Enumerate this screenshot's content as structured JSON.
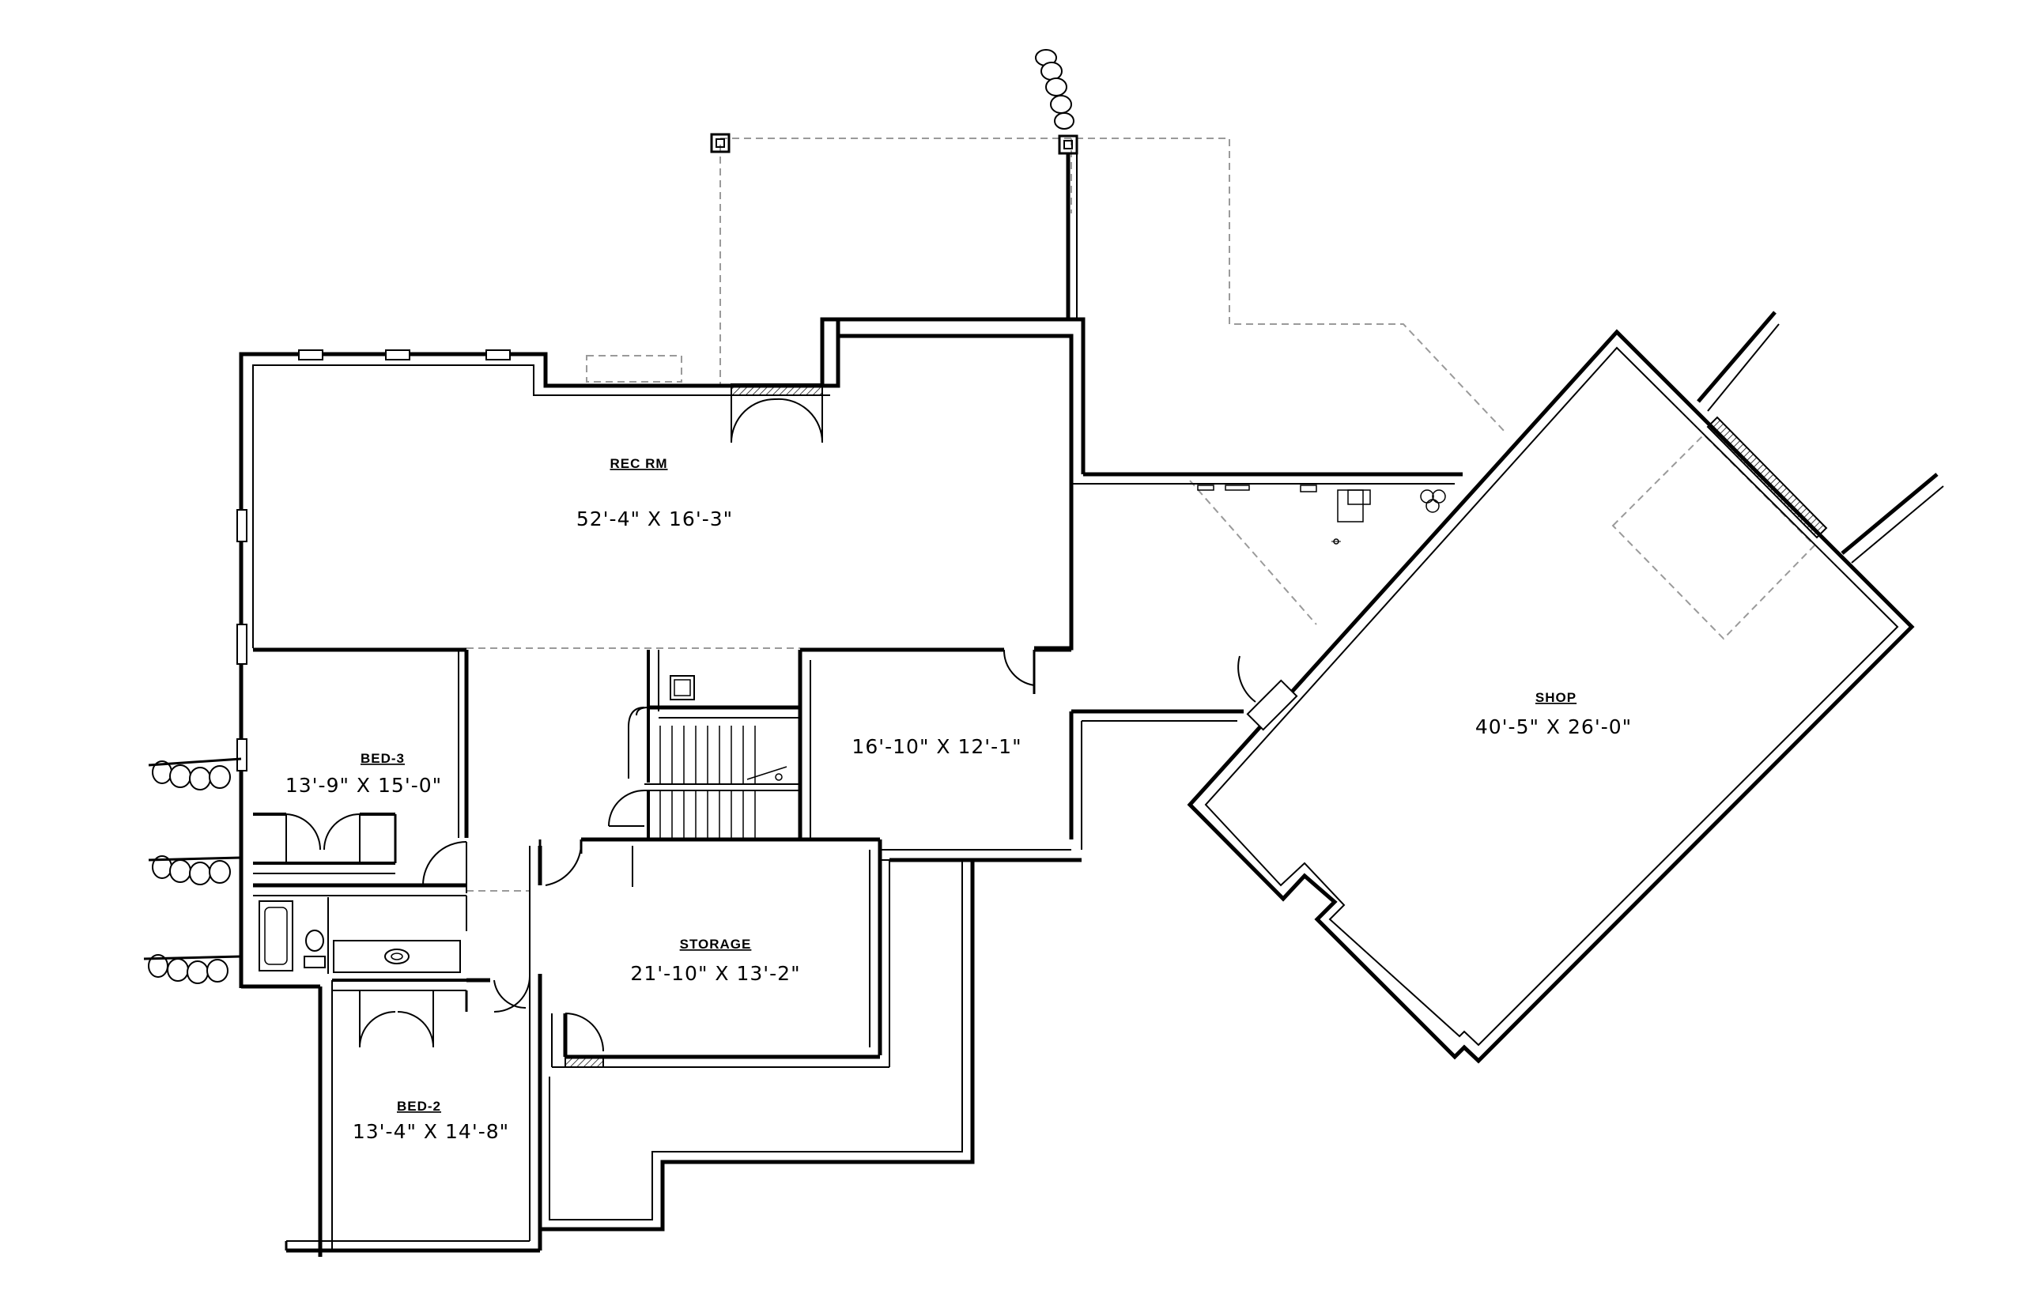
{
  "rooms": {
    "rec_rm": {
      "name": "REC RM",
      "dims": "52'-4\" X 16'-3\""
    },
    "bed_3": {
      "name": "BED-3",
      "dims": "13'-9\" X 15'-0\""
    },
    "bed_2": {
      "name": "BED-2",
      "dims": "13'-4\" X 14'-8\""
    },
    "storage": {
      "name": "STORAGE",
      "dims": "21'-10\" X 13'-2\""
    },
    "center_room": {
      "dims": "16'-10\" X 12'-1\""
    },
    "shop": {
      "name": "SHOP",
      "dims": "40'-5\" X 26'-0\""
    }
  },
  "colors": {
    "line": "#000000",
    "dashed": "#9a9a9a",
    "background": "#ffffff"
  }
}
